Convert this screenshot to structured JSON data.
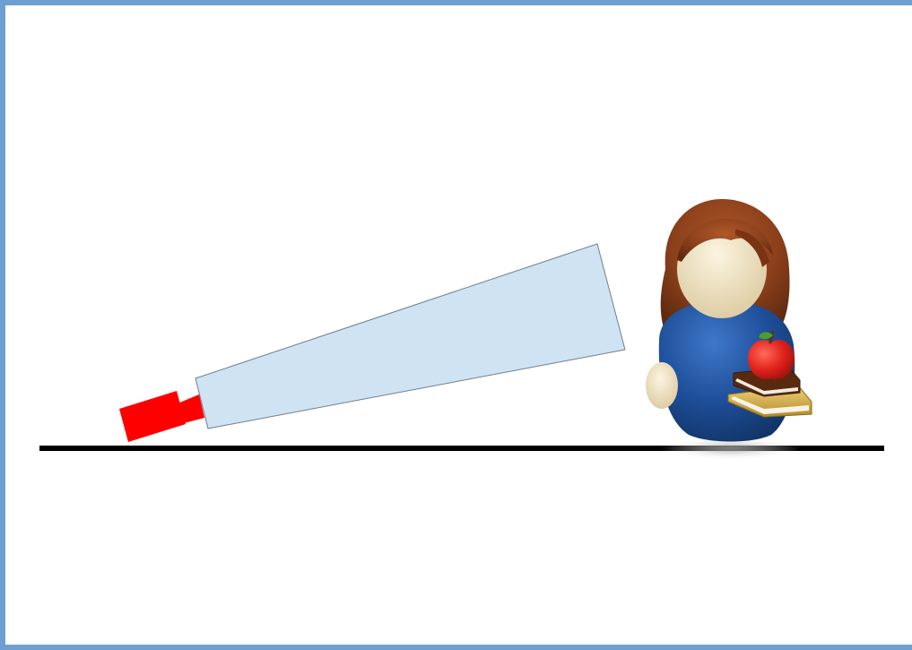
{
  "diagram": {
    "elements": [
      "camera",
      "field-of-view",
      "ground-line",
      "teacher-figure"
    ],
    "colors": {
      "frame_border": "#6d9fd0",
      "camera": "#ff0000",
      "field_of_view_fill": "#cfe3f2",
      "field_of_view_stroke": "#6f7f8f",
      "ground_line": "#000000",
      "hair": "#8a3f1a",
      "skin": "#efe3c4",
      "shirt": "#1e4f9a",
      "apple": "#e0221b",
      "book_dark": "#5a2a10",
      "book_gold": "#d6b24a"
    },
    "icons": {
      "camera": "camera-icon",
      "person": "teacher-with-apple-and-books-icon"
    }
  }
}
